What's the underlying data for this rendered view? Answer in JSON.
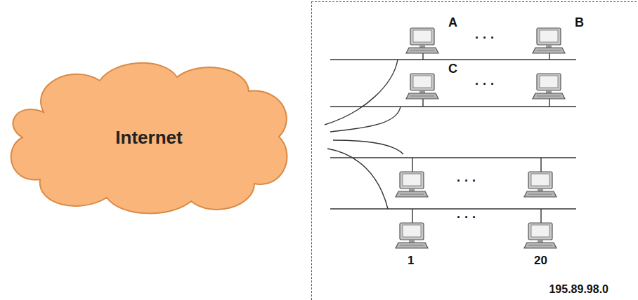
{
  "diagram": {
    "nodes": [
      {
        "text": [
          "Internet"
        ]
      },
      {
        "text": [
          "195.89.98.0"
        ]
      }
    ],
    "labels": [
      "A",
      "· · ·",
      "B",
      "C",
      "· · ·",
      "· · ·",
      "1",
      "· · ·",
      "20"
    ]
  }
}
